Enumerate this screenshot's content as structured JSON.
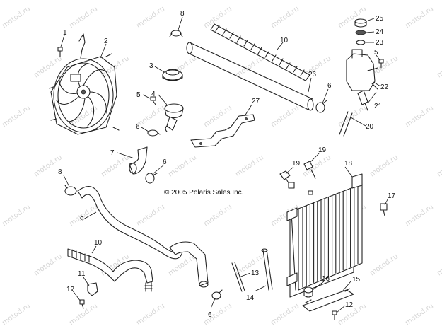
{
  "copyright": "© 2005 Polaris Sales Inc.",
  "watermark": "motod.ru",
  "callouts": [
    {
      "id": "c1",
      "label": "1"
    },
    {
      "id": "c2",
      "label": "2"
    },
    {
      "id": "c3",
      "label": "3"
    },
    {
      "id": "c4",
      "label": "4"
    },
    {
      "id": "c5a",
      "label": "5"
    },
    {
      "id": "c5b",
      "label": "5"
    },
    {
      "id": "c6a",
      "label": "6"
    },
    {
      "id": "c6b",
      "label": "6"
    },
    {
      "id": "c6c",
      "label": "6"
    },
    {
      "id": "c6d",
      "label": "6"
    },
    {
      "id": "c7",
      "label": "7"
    },
    {
      "id": "c8a",
      "label": "8"
    },
    {
      "id": "c8b",
      "label": "8"
    },
    {
      "id": "c9",
      "label": "9"
    },
    {
      "id": "c10a",
      "label": "10"
    },
    {
      "id": "c10b",
      "label": "10"
    },
    {
      "id": "c11",
      "label": "11"
    },
    {
      "id": "c12a",
      "label": "12"
    },
    {
      "id": "c12b",
      "label": "12"
    },
    {
      "id": "c13",
      "label": "13"
    },
    {
      "id": "c14",
      "label": "14"
    },
    {
      "id": "c15",
      "label": "15"
    },
    {
      "id": "c16",
      "label": "16"
    },
    {
      "id": "c17",
      "label": "17"
    },
    {
      "id": "c18",
      "label": "18"
    },
    {
      "id": "c19a",
      "label": "19"
    },
    {
      "id": "c19b",
      "label": "19"
    },
    {
      "id": "c20",
      "label": "20"
    },
    {
      "id": "c21",
      "label": "21"
    },
    {
      "id": "c22",
      "label": "22"
    },
    {
      "id": "c23",
      "label": "23"
    },
    {
      "id": "c24",
      "label": "24"
    },
    {
      "id": "c25",
      "label": "25"
    },
    {
      "id": "c26",
      "label": "26"
    },
    {
      "id": "c27",
      "label": "27"
    }
  ]
}
